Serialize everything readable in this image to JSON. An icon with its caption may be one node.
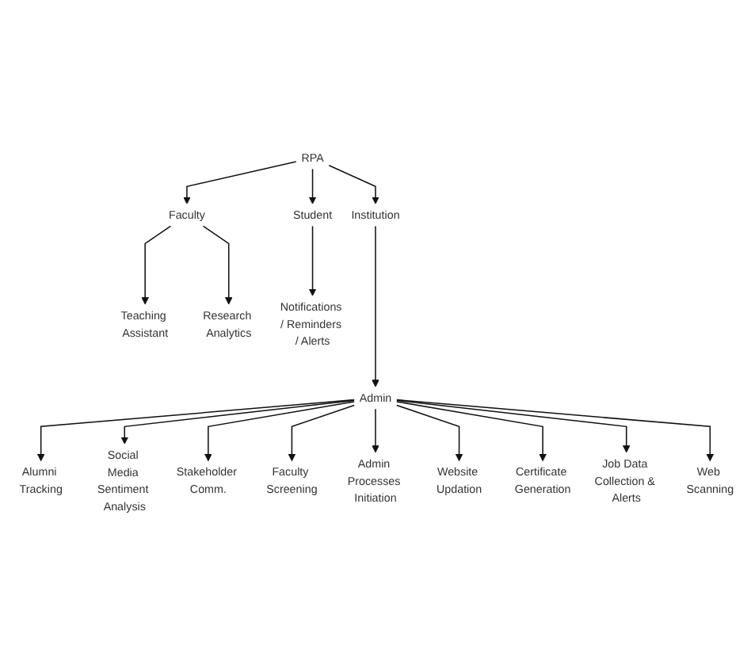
{
  "diagram": {
    "nodes": [
      {
        "text": [
          "RPA"
        ]
      },
      {
        "text": [
          "Faculty"
        ]
      },
      {
        "text": [
          "Institution"
        ]
      },
      {
        "text": [
          "Student"
        ]
      },
      {
        "text": [
          "Teaching Assistant"
        ]
      },
      {
        "text": [
          "Research Analytics"
        ]
      },
      {
        "text": [
          "Admin"
        ]
      },
      {
        "text": [
          "Notifications / Reminders / Alerts"
        ]
      },
      {
        "text": [
          "Alumni Tracking"
        ]
      },
      {
        "text": [
          "Social Media Sentiment Analysis"
        ]
      },
      {
        "text": [
          "Stakeholder Comm."
        ]
      },
      {
        "text": [
          "Faculty Screening"
        ]
      },
      {
        "text": [
          "Admin Processes Initiation"
        ]
      },
      {
        "text": [
          "Website Updation"
        ]
      },
      {
        "text": [
          "Certificate Generation"
        ]
      },
      {
        "text": [
          "Job Data Collection & Alerts"
        ]
      },
      {
        "text": [
          "Web Scanning"
        ]
      }
    ],
    "edges": [
      {
        "from": 0,
        "to": 1,
        "arrow": "to"
      },
      {
        "from": 0,
        "to": 2,
        "arrow": "to"
      },
      {
        "from": 0,
        "to": 3,
        "arrow": "to"
      },
      {
        "from": 1,
        "to": 4,
        "arrow": "to"
      },
      {
        "from": 1,
        "to": 5,
        "arrow": "to"
      },
      {
        "from": 2,
        "to": 6,
        "arrow": "to"
      },
      {
        "from": 3,
        "to": 7,
        "arrow": "to"
      },
      {
        "from": 6,
        "to": 8,
        "arrow": "to"
      },
      {
        "from": 6,
        "to": 9,
        "arrow": "to"
      },
      {
        "from": 6,
        "to": 10,
        "arrow": "to"
      },
      {
        "from": 6,
        "to": 11,
        "arrow": "to"
      },
      {
        "from": 6,
        "to": 12,
        "arrow": "to"
      },
      {
        "from": 6,
        "to": 13,
        "arrow": "to"
      },
      {
        "from": 6,
        "to": 14,
        "arrow": "to"
      },
      {
        "from": 6,
        "to": 15,
        "arrow": "to"
      },
      {
        "from": 6,
        "to": 16,
        "arrow": "to"
      }
    ]
  }
}
